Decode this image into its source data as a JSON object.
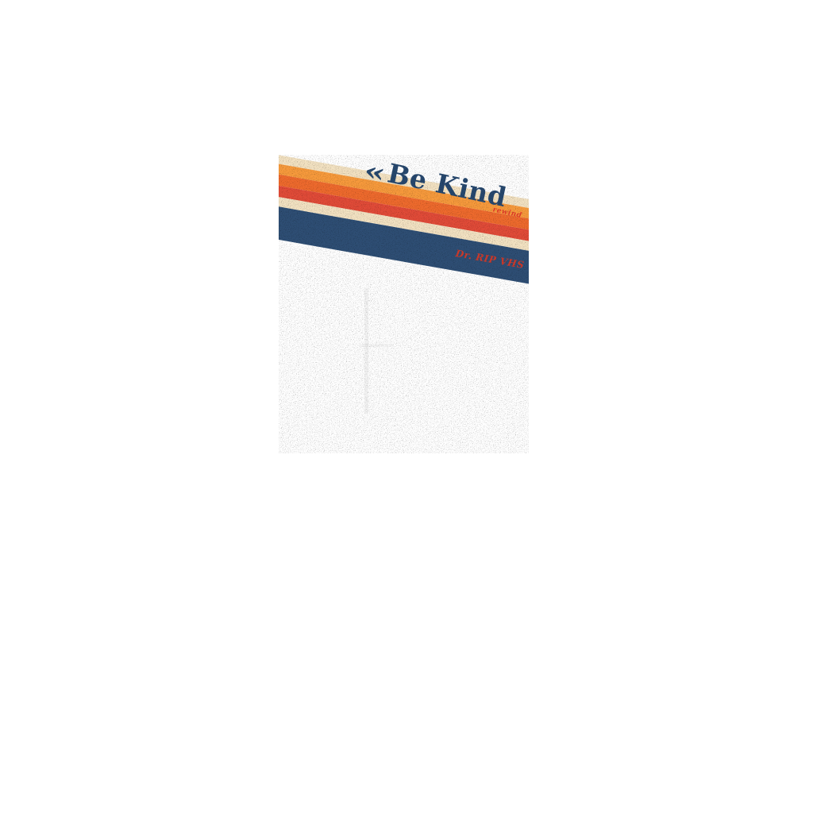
{
  "artwork": {
    "rewind_symbol": "«",
    "title": "Be Kind",
    "subtitle": "rewind",
    "credit": "Dr. RIP VHS",
    "colors": {
      "stripe_cream": "#F3E2C2",
      "stripe_orange": "#F79A3C",
      "stripe_dark_orange": "#EE6A2D",
      "stripe_red": "#E14B38",
      "stripe_navy": "#2E4E74",
      "title_navy": "#27486E",
      "subtitle_red": "#E33B2B",
      "credit_red": "#CE3A2B",
      "background": "#FFFFFF"
    }
  }
}
